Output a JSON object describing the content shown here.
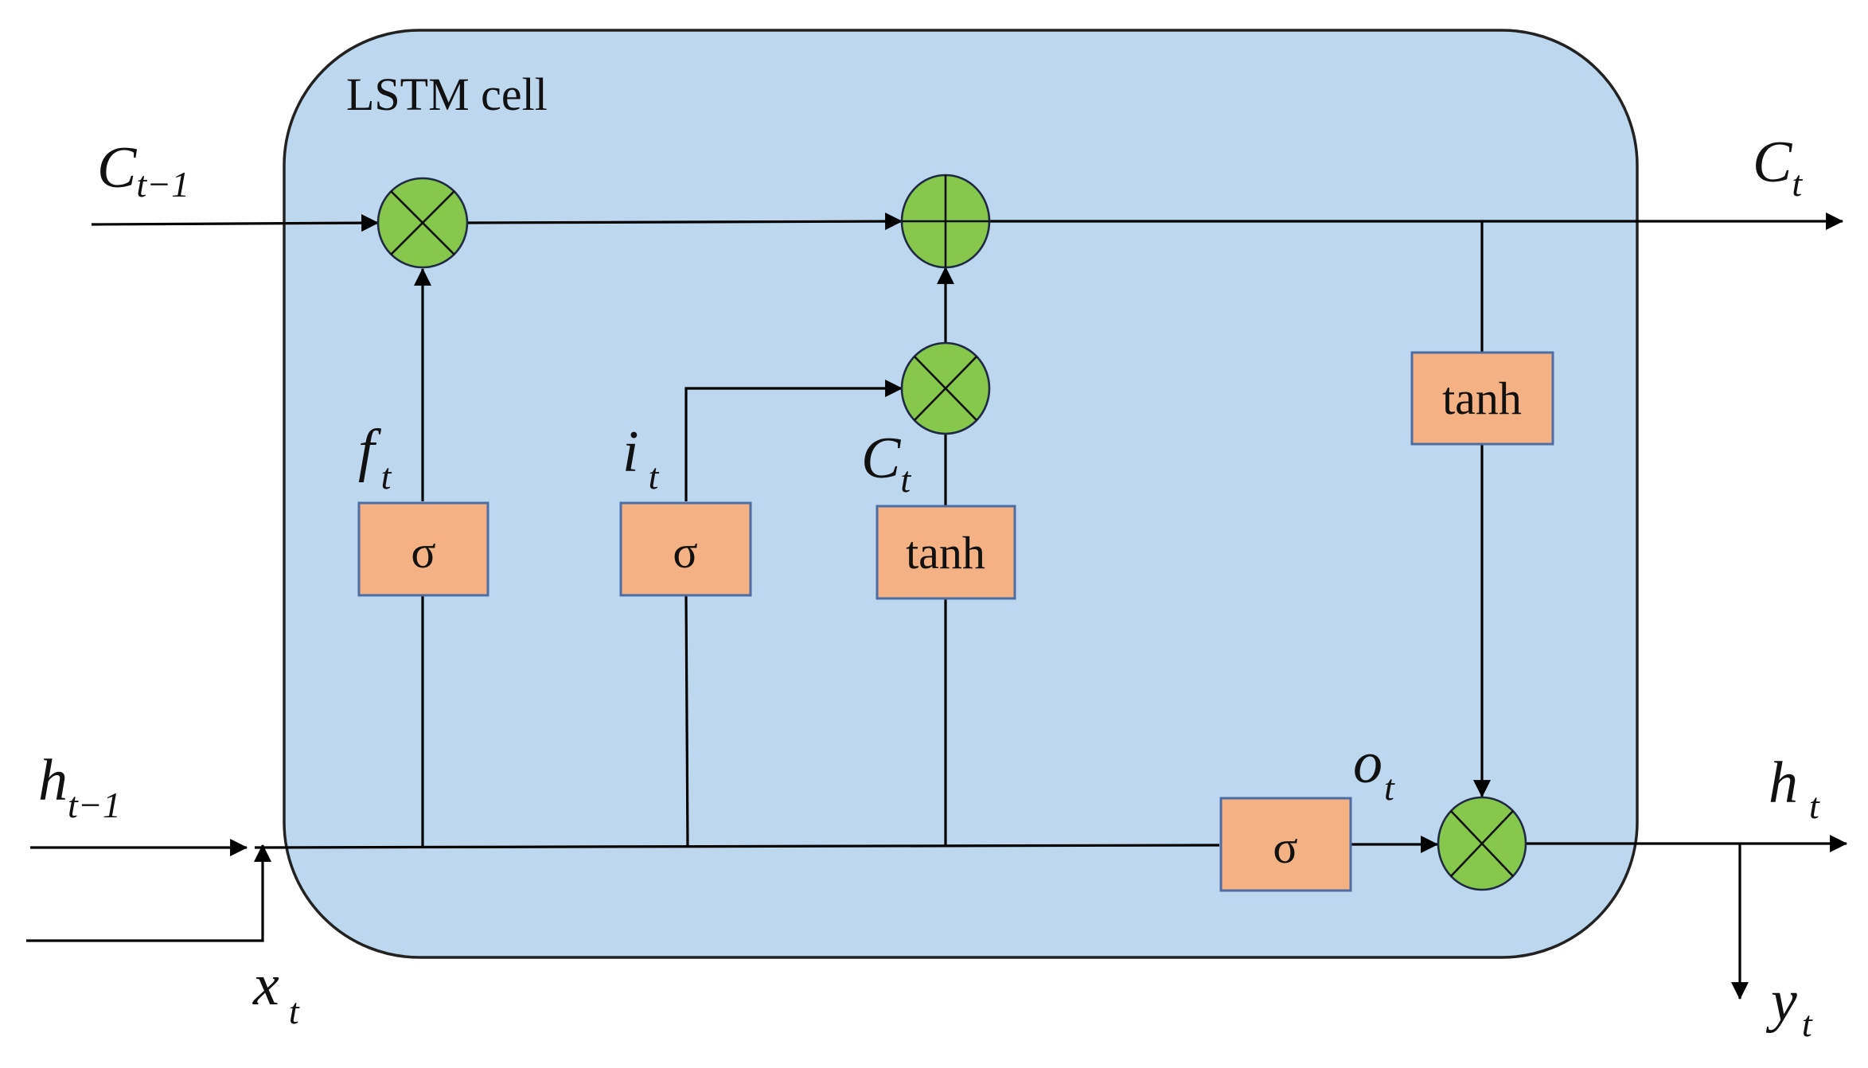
{
  "colors": {
    "cell_fill": "#bdd7ee",
    "cell_stroke": "#222222",
    "op_fill": "#85c84c",
    "gate_fill": "#f4b183"
  },
  "cell": {
    "title": "LSTM cell"
  },
  "gates": {
    "forget": {
      "label": "σ"
    },
    "input": {
      "label": "σ"
    },
    "candidate": {
      "label": "tanh"
    },
    "output": {
      "label": "σ"
    },
    "cell_out": {
      "label": "tanh"
    }
  },
  "operators": {
    "forget_mult": {
      "icon": "multiply-icon"
    },
    "cell_add": {
      "icon": "plus-icon"
    },
    "input_mult": {
      "icon": "multiply-icon"
    },
    "output_mult": {
      "icon": "multiply-icon"
    }
  },
  "variables": {
    "c_prev": {
      "main": "C",
      "sub": "t−1"
    },
    "c_t": {
      "main": "C",
      "sub": "t"
    },
    "h_prev": {
      "main": "h",
      "sub": "t−1"
    },
    "h_t": {
      "main": "h",
      "sub": "t"
    },
    "x_t": {
      "main": "x",
      "sub": "t"
    },
    "y_t": {
      "main": "y",
      "sub": "t"
    },
    "f_t": {
      "main": "f",
      "sub": "t"
    },
    "i_t": {
      "main": "i",
      "sub": "t"
    },
    "c_tilde": {
      "main": "C",
      "sub": "t"
    },
    "o_t": {
      "main": "o",
      "sub": "t"
    }
  }
}
